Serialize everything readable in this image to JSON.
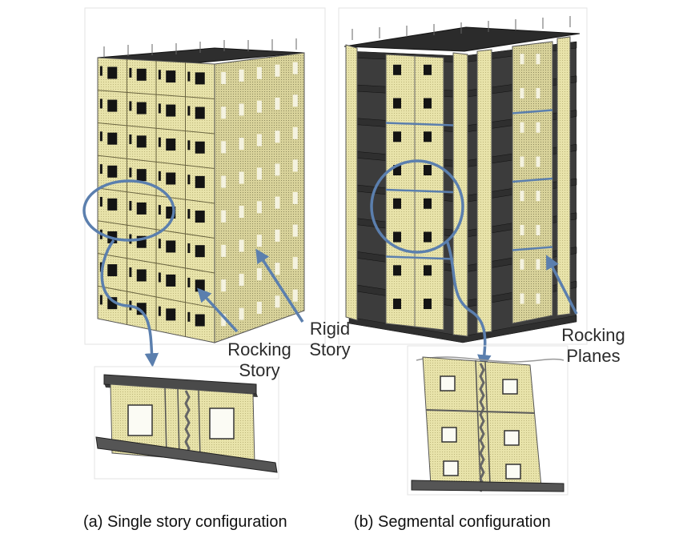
{
  "labels": {
    "rocking_story_line1": "Rocking",
    "rocking_story_line2": "Story",
    "rigid_story_line1": "Rigid",
    "rigid_story_line2": "Story",
    "rocking_planes_line1": "Rocking",
    "rocking_planes_line2": "Planes"
  },
  "captions": {
    "a": "(a) Single story configuration",
    "b": "(b) Segmental configuration"
  },
  "colors": {
    "panel": "#e6e0a6",
    "panel_dark": "#cfc98f",
    "slab": "#333333",
    "window": "#161616",
    "arrow": "#5b7fae"
  }
}
